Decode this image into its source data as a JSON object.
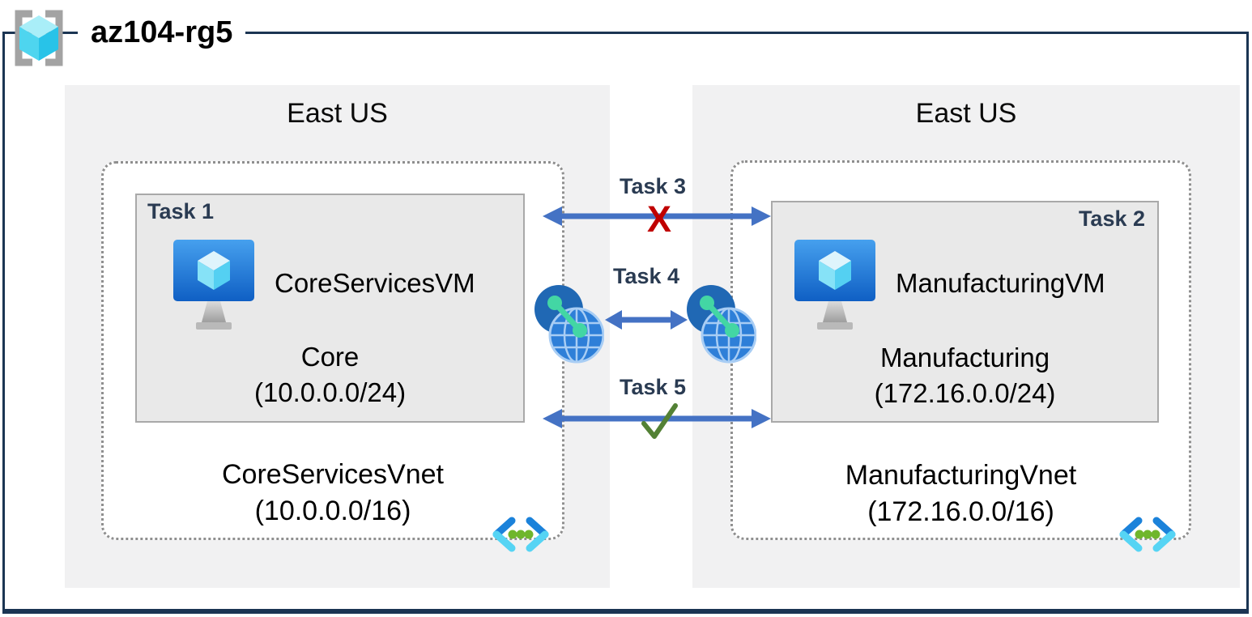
{
  "header": {
    "title": "az104-rg5"
  },
  "regions": [
    {
      "title": "East US",
      "vnet": {
        "name": "CoreServicesVnet",
        "cidr": "(10.0.0.0/16)",
        "subnet": {
          "task": "Task 1",
          "vm": "CoreServicesVM",
          "name": "Core",
          "cidr": "(10.0.0.0/24)"
        }
      }
    },
    {
      "title": "East US",
      "vnet": {
        "name": "ManufacturingVnet",
        "cidr": "(172.16.0.0/16)",
        "subnet": {
          "task": "Task 2",
          "vm": "ManufacturingVM",
          "name": "Manufacturing",
          "cidr": "(172.16.0.0/24)"
        }
      }
    }
  ],
  "connectors": {
    "task3": {
      "label": "Task 3",
      "mark": "X"
    },
    "task4": {
      "label": "Task 4"
    },
    "task5": {
      "label": "Task 5"
    }
  },
  "colors": {
    "outer_border": "#1b3553",
    "region_bg": "#f1f1f2",
    "subnet_bg": "#e9e9e9",
    "subnet_border": "#a9a9a9",
    "dotted_border": "#8f8f8f",
    "arrow_blue": "#4472c4",
    "task_label": "#2a3b52",
    "blocked_x_red": "#c00000",
    "allowed_check_green": "#538135",
    "vm_monitor_blue": "#1a6fd4",
    "cube_cyan": "#4ed5ef",
    "peering_mint": "#43d6a4",
    "vnet_icon_green": "#6fb62c"
  }
}
